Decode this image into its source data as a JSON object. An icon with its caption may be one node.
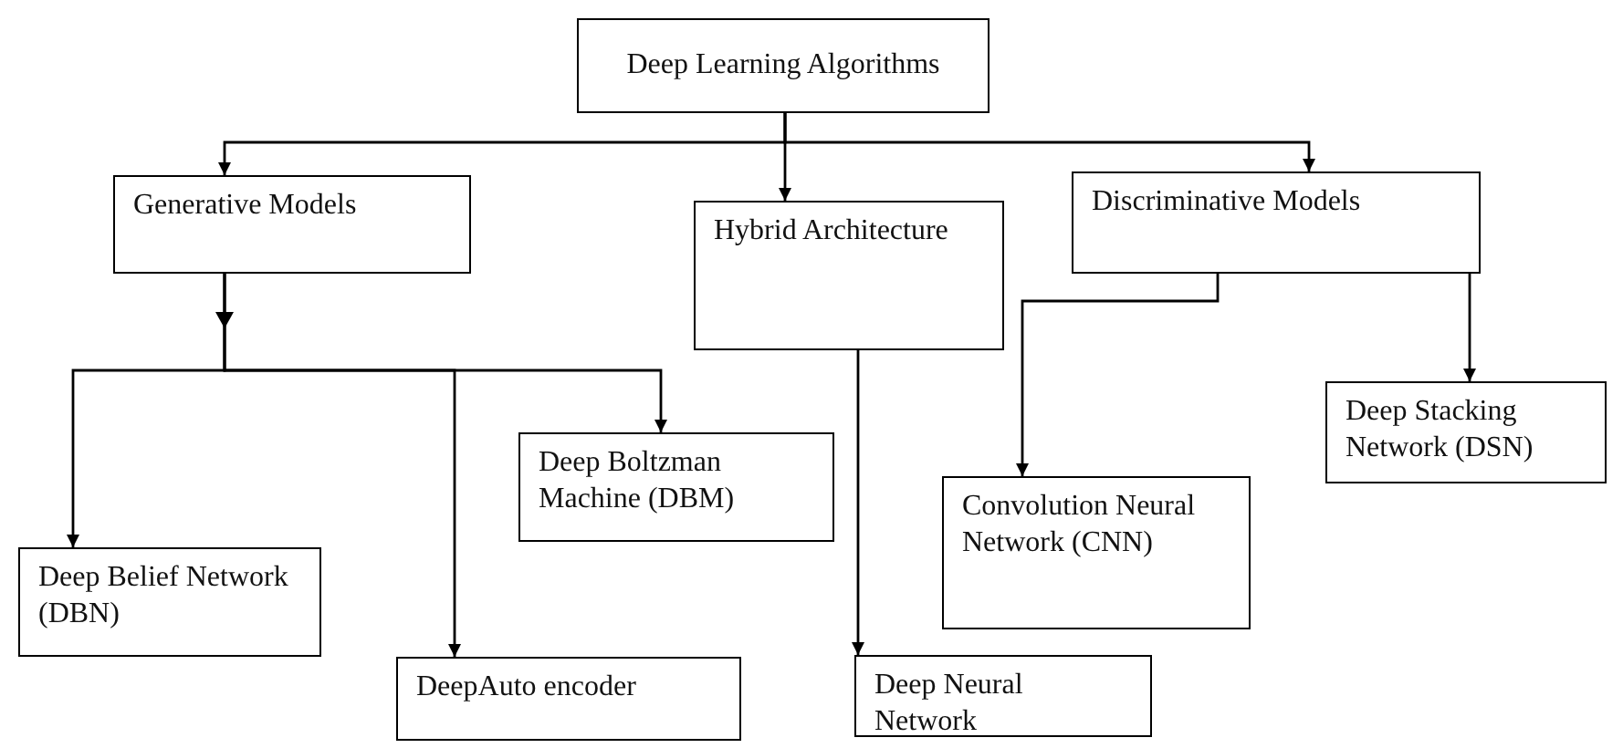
{
  "diagram": {
    "nodes": [
      {
        "text": [
          "Deep Learning Algorithms"
        ]
      },
      {
        "text": [
          "Generative Models"
        ]
      },
      {
        "text": [
          "Hybrid Architecture"
        ]
      },
      {
        "text": [
          "Discriminative Models"
        ]
      },
      {
        "text": [
          "Deep Belief Network (DBN)"
        ]
      },
      {
        "text": [
          "DeepAuto encoder"
        ]
      },
      {
        "text": [
          "Deep Boltzman Machine (DBM)"
        ]
      },
      {
        "text": [
          "Convolution Neural Network (CNN)"
        ]
      },
      {
        "text": [
          "Deep Stacking Network (DSN)"
        ]
      },
      {
        "text": [
          "Deep Neural Network"
        ]
      }
    ],
    "edges": [
      {
        "from": 0,
        "to": 1,
        "arrow": "to"
      },
      {
        "from": 0,
        "to": 2,
        "arrow": "to"
      },
      {
        "from": 0,
        "to": 3,
        "arrow": "to"
      },
      {
        "from": 1,
        "to": 4,
        "arrow": "to"
      },
      {
        "from": 1,
        "to": 5,
        "arrow": "to"
      },
      {
        "from": 1,
        "to": 6,
        "arrow": "to"
      },
      {
        "from": 2,
        "to": 9,
        "arrow": "to"
      },
      {
        "from": 3,
        "to": 7,
        "arrow": "to"
      },
      {
        "from": 3,
        "to": 8,
        "arrow": "to"
      }
    ]
  }
}
